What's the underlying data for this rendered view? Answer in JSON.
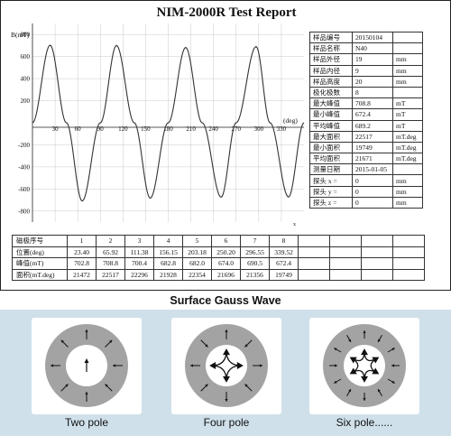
{
  "report": {
    "title": "NIM-2000R Test Report",
    "y_unit_label": "B(mT)",
    "x_unit_label": "(deg)",
    "x_end_mark": "x"
  },
  "chart_data": {
    "type": "line",
    "title": "NIM-2000R Test Report",
    "xlabel": "(deg)",
    "ylabel": "B(mT)",
    "xlim": [
      0,
      360
    ],
    "ylim": [
      -900,
      900
    ],
    "x_ticks": [
      30,
      60,
      90,
      120,
      150,
      180,
      210,
      240,
      270,
      300,
      330
    ],
    "y_ticks": [
      800,
      600,
      400,
      200,
      -200,
      -400,
      -600,
      -800
    ],
    "grid": true,
    "series": [
      {
        "x": [
          0,
          23.4,
          45,
          65.92,
          90,
          111.38,
          135,
          156.15,
          180,
          203.18,
          225,
          250.2,
          270,
          296.55,
          315,
          339.52,
          360
        ],
        "values": [
          0,
          702.8,
          0,
          -708.8,
          0,
          700.4,
          0,
          -682.8,
          0,
          682.0,
          0,
          -674.0,
          0,
          690.5,
          0,
          -672.4,
          0
        ],
        "color": "#333333"
      }
    ]
  },
  "params": {
    "rows": [
      {
        "name": "样品编号",
        "value": "20150104",
        "unit": ""
      },
      {
        "name": "样品名称",
        "value": "N40",
        "unit": ""
      },
      {
        "name": "样品外径",
        "value": "19",
        "unit": "mm"
      },
      {
        "name": "样品内径",
        "value": "9",
        "unit": "mm"
      },
      {
        "name": "样品高度",
        "value": "20",
        "unit": "mm"
      },
      {
        "name": "极化极数",
        "value": "8",
        "unit": ""
      },
      {
        "name": "最大峰值",
        "value": "708.8",
        "unit": "mT"
      },
      {
        "name": "最小峰值",
        "value": "672.4",
        "unit": "mT"
      },
      {
        "name": "平均峰值",
        "value": "689.2",
        "unit": "mT"
      },
      {
        "name": "最大面积",
        "value": "22517",
        "unit": "mT.deg"
      },
      {
        "name": "最小面积",
        "value": "19749",
        "unit": "mT.deg"
      },
      {
        "name": "平均面积",
        "value": "21671",
        "unit": "mT.deg"
      },
      {
        "name": "测量日期",
        "value": "2015-01-05",
        "unit": ""
      },
      {
        "name": "探头 x =",
        "value": "0",
        "unit": "mm"
      },
      {
        "name": "探头 y =",
        "value": "0",
        "unit": "mm"
      },
      {
        "name": "探头 z =",
        "value": "0",
        "unit": "mm"
      }
    ]
  },
  "pole_table": {
    "header_label": "磁极序号",
    "indices": [
      "1",
      "2",
      "3",
      "4",
      "5",
      "6",
      "7",
      "8"
    ],
    "rows": [
      {
        "label": "位置(deg)",
        "values": [
          "23.40",
          "65.92",
          "111.38",
          "156.15",
          "203.18",
          "250.20",
          "296.55",
          "339.52"
        ]
      },
      {
        "label": "峰值(mT)",
        "values": [
          "702.8",
          "708.8",
          "700.4",
          "682.8",
          "682.0",
          "674.0",
          "690.5",
          "672.4"
        ]
      },
      {
        "label": "面积(mT.deg)",
        "values": [
          "21472",
          "22517",
          "22296",
          "21928",
          "22354",
          "21696",
          "21356",
          "19749"
        ]
      }
    ]
  },
  "gauss": {
    "title": "Surface Gauss Wave",
    "cards": [
      {
        "label": "Two pole"
      },
      {
        "label": "Four pole"
      },
      {
        "label": "Six pole......"
      }
    ],
    "colors": {
      "panel": "#cfe0ea",
      "ring": "#a3a3a3",
      "arrow": "#111111"
    }
  }
}
